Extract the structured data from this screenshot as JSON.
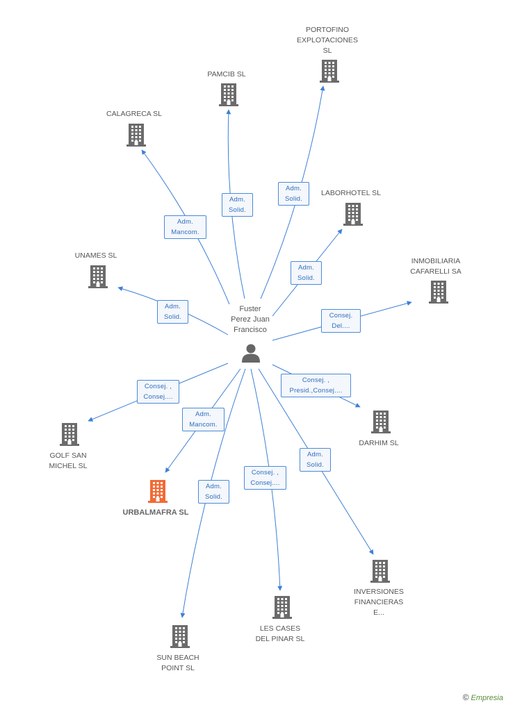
{
  "center": {
    "name_lines": [
      "Fuster",
      "Perez Juan",
      "Francisco"
    ],
    "icon": "person-icon"
  },
  "companies": [
    {
      "id": "portofino",
      "lines": [
        "PORTOFINO",
        "EXPLOTACIONES",
        "SL"
      ],
      "highlight": false
    },
    {
      "id": "pamcib",
      "lines": [
        "PAMCIB SL"
      ],
      "highlight": false
    },
    {
      "id": "calagreca",
      "lines": [
        "CALAGRECA SL"
      ],
      "highlight": false
    },
    {
      "id": "laborhotel",
      "lines": [
        "LABORHOTEL SL"
      ],
      "highlight": false
    },
    {
      "id": "unames",
      "lines": [
        "UNAMES SL"
      ],
      "highlight": false
    },
    {
      "id": "inmobiliaria",
      "lines": [
        "INMOBILIARIA",
        "CAFARELLI SA"
      ],
      "highlight": false
    },
    {
      "id": "darhim",
      "lines": [
        "DARHIM SL"
      ],
      "highlight": false
    },
    {
      "id": "golf",
      "lines": [
        "GOLF SAN",
        "MICHEL SL"
      ],
      "highlight": false
    },
    {
      "id": "urbalmafra",
      "lines": [
        "URBALMAFRA SL"
      ],
      "highlight": true
    },
    {
      "id": "inversiones",
      "lines": [
        "INVERSIONES",
        "FINANCIERAS",
        "E..."
      ],
      "highlight": false
    },
    {
      "id": "lescases",
      "lines": [
        "LES CASES",
        "DEL PINAR SL"
      ],
      "highlight": false
    },
    {
      "id": "sunbeach",
      "lines": [
        "SUN BEACH",
        "POINT SL"
      ],
      "highlight": false
    }
  ],
  "relations": [
    {
      "to": "portofino",
      "lines": [
        "Adm.",
        "Solid."
      ]
    },
    {
      "to": "pamcib",
      "lines": [
        "Adm.",
        "Solid."
      ]
    },
    {
      "to": "calagreca",
      "lines": [
        "Adm.",
        "Mancom."
      ]
    },
    {
      "to": "laborhotel",
      "lines": [
        "Adm.",
        "Solid."
      ]
    },
    {
      "to": "unames",
      "lines": [
        "Adm.",
        "Solid."
      ]
    },
    {
      "to": "inmobiliaria",
      "lines": [
        "Consej.",
        "Del...."
      ]
    },
    {
      "to": "darhim",
      "lines": [
        "Consej. ,",
        "Presid.,Consej...."
      ]
    },
    {
      "to": "golf",
      "lines": [
        "Consej. ,",
        "Consej...."
      ]
    },
    {
      "to": "urbalmafra",
      "lines": [
        "Adm.",
        "Mancom."
      ]
    },
    {
      "to": "inversiones",
      "lines": [
        "Adm.",
        "Solid."
      ]
    },
    {
      "to": "lescases",
      "lines": [
        "Consej. ,",
        "Consej...."
      ]
    },
    {
      "to": "sunbeach",
      "lines": [
        "Adm.",
        "Solid."
      ]
    }
  ],
  "colors": {
    "edge": "#3d7fd6",
    "building": "#6b6b6b",
    "highlight": "#f26a35",
    "person": "#666666"
  },
  "footer": {
    "copyright": "©",
    "brand": "Empresia"
  }
}
